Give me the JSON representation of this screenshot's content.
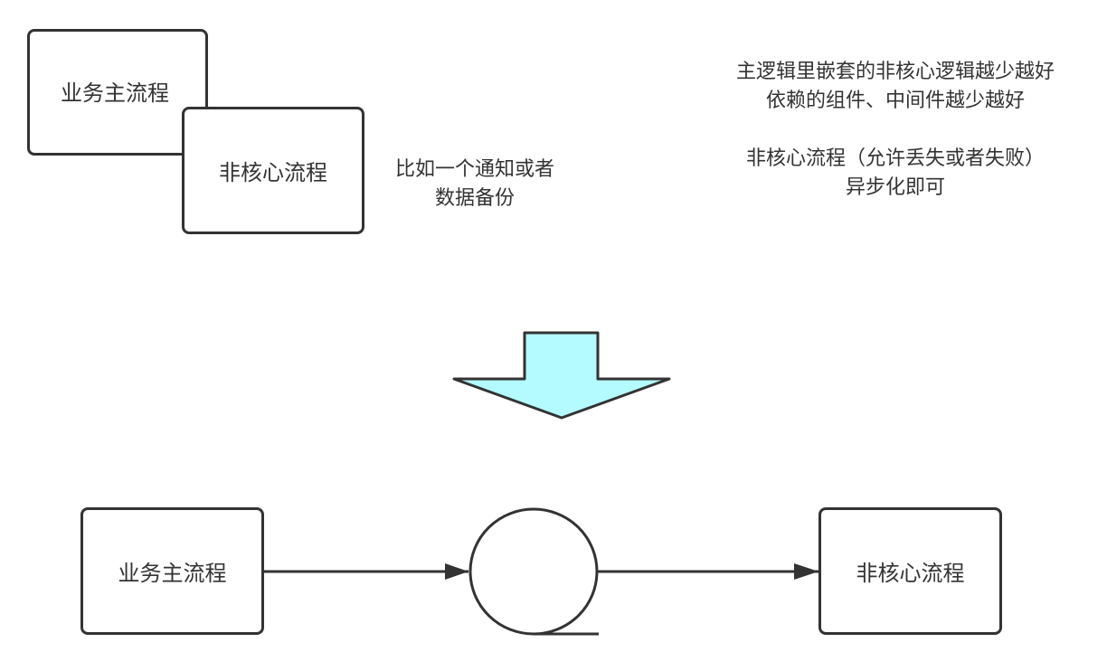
{
  "top": {
    "main_flow_box": "业务主流程",
    "non_core_box": "非核心流程",
    "example_note": [
      "比如一个通知或者",
      "数据备份"
    ]
  },
  "principles_note": {
    "lines": [
      "主逻辑里嵌套的非核心逻辑越少越好",
      "依赖的组件、中间件越少越好",
      "",
      "非核心流程（允许丢失或者失败）",
      "异步化即可"
    ]
  },
  "transition_arrow": {
    "fill_color": "#b3fbff",
    "stroke_color": "#333333",
    "direction": "down"
  },
  "bottom": {
    "source_box": "业务主流程",
    "queue_shape": "queue",
    "target_box": "非核心流程"
  }
}
